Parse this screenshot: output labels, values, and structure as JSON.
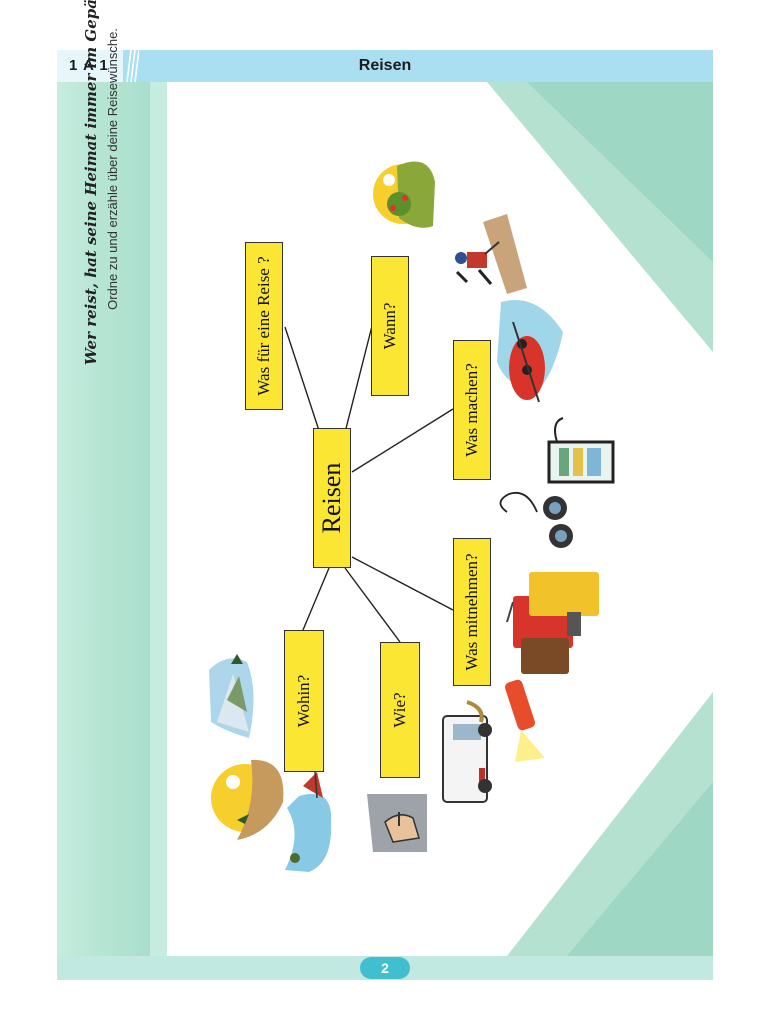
{
  "header": {
    "unit": "1 A 1",
    "title": "Reisen"
  },
  "sidebar": {
    "motto": "Wer reist, hat seine Heimat immer im Gepäck!",
    "instruction": "Ordne zu und erzähle über deine Reisewünsche."
  },
  "mindmap": {
    "center": "Reisen",
    "branches": [
      "Was für eine Reise ?",
      "Wann?",
      "Was machen?",
      "Was mitnehmen?",
      "Wie?",
      "Wohin?"
    ]
  },
  "pictures": [
    "sunny-landscape-icon",
    "mountain-climber-icon",
    "rafting-icon",
    "toiletry-bag-icon",
    "binoculars-icon",
    "luggage-icon",
    "flashlight-icon",
    "camper-van-icon",
    "hitchhiking-icon",
    "seaside-icon",
    "desert-icon",
    "mountains-icon"
  ],
  "footer": {
    "page_number": "2"
  },
  "colors": {
    "header": "#a9dff0",
    "box": "#fbe733",
    "band": "#b6e5d4",
    "page_pill": "#41bfcf"
  }
}
